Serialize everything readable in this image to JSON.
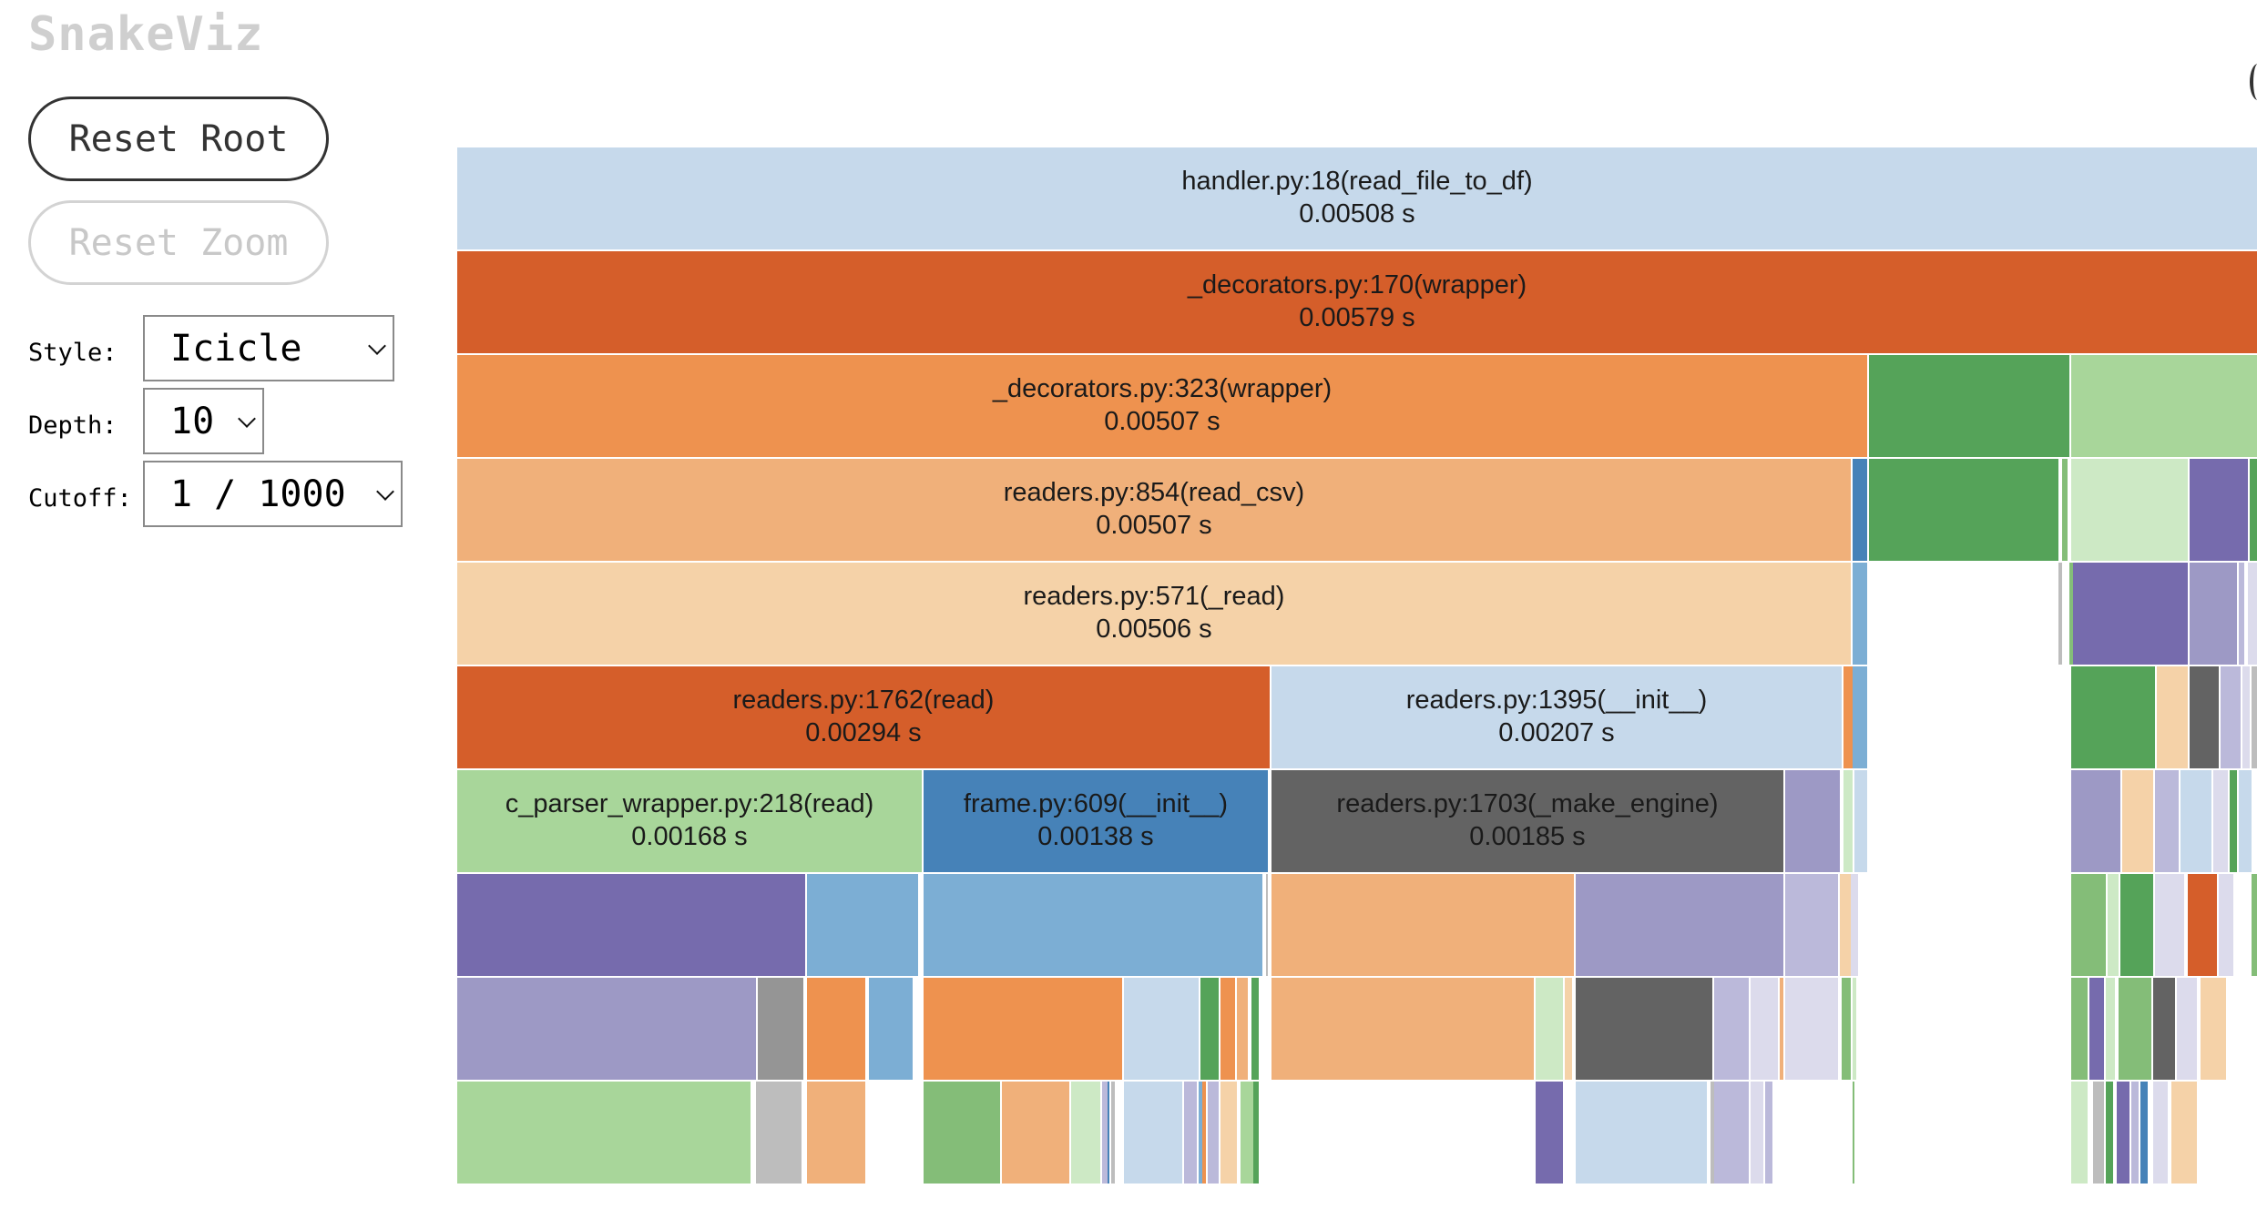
{
  "app": {
    "title": "SnakeViz"
  },
  "buttons": {
    "reset_root": "Reset Root",
    "reset_zoom": "Reset Zoom"
  },
  "controls": {
    "style": {
      "label": "Style:",
      "value": "Icicle"
    },
    "depth": {
      "label": "Depth:",
      "value": "10"
    },
    "cutoff": {
      "label": "Cutoff:",
      "value": "1 / 1000"
    }
  },
  "colors": {
    "blue_light": "#c6d9eb",
    "blue_mid": "#7caed4",
    "blue_dark": "#4682b8",
    "orange_dark": "#d55e2a",
    "orange_mid": "#ee924f",
    "orange_light": "#f0b07a",
    "orange_pale": "#f5d2a8",
    "green_dark": "#55a359",
    "green_mid": "#84bd78",
    "green_light": "#a8d69a",
    "green_pale": "#cde9c5",
    "purple_dark": "#766bad",
    "purple_mid": "#9d99c5",
    "purple_light": "#bbb9da",
    "purple_pale": "#dcdbec",
    "gray_dark": "#636363",
    "gray_mid": "#959595",
    "gray_light": "#bdbdbd"
  },
  "icicle": {
    "labeled_nodes": [
      {
        "name": "handler.py:18(read_file_to_df)",
        "time": "0.00508 s"
      },
      {
        "name": "_decorators.py:170(wrapper)",
        "time": "0.00579 s"
      },
      {
        "name": "_decorators.py:323(wrapper)",
        "time": "0.00507 s"
      },
      {
        "name": "readers.py:854(read_csv)",
        "time": "0.00507 s"
      },
      {
        "name": "readers.py:571(_read)",
        "time": "0.00506 s"
      },
      {
        "name": "readers.py:1762(read)",
        "time": "0.00294 s"
      },
      {
        "name": "readers.py:1395(__init__)",
        "time": "0.00207 s"
      },
      {
        "name": "c_parser_wrapper.py:218(read)",
        "time": "0.00168 s"
      },
      {
        "name": "frame.py:609(__init__)",
        "time": "0.00138 s"
      },
      {
        "name": "readers.py:1703(_make_engine)",
        "time": "0.00185 s"
      }
    ]
  }
}
